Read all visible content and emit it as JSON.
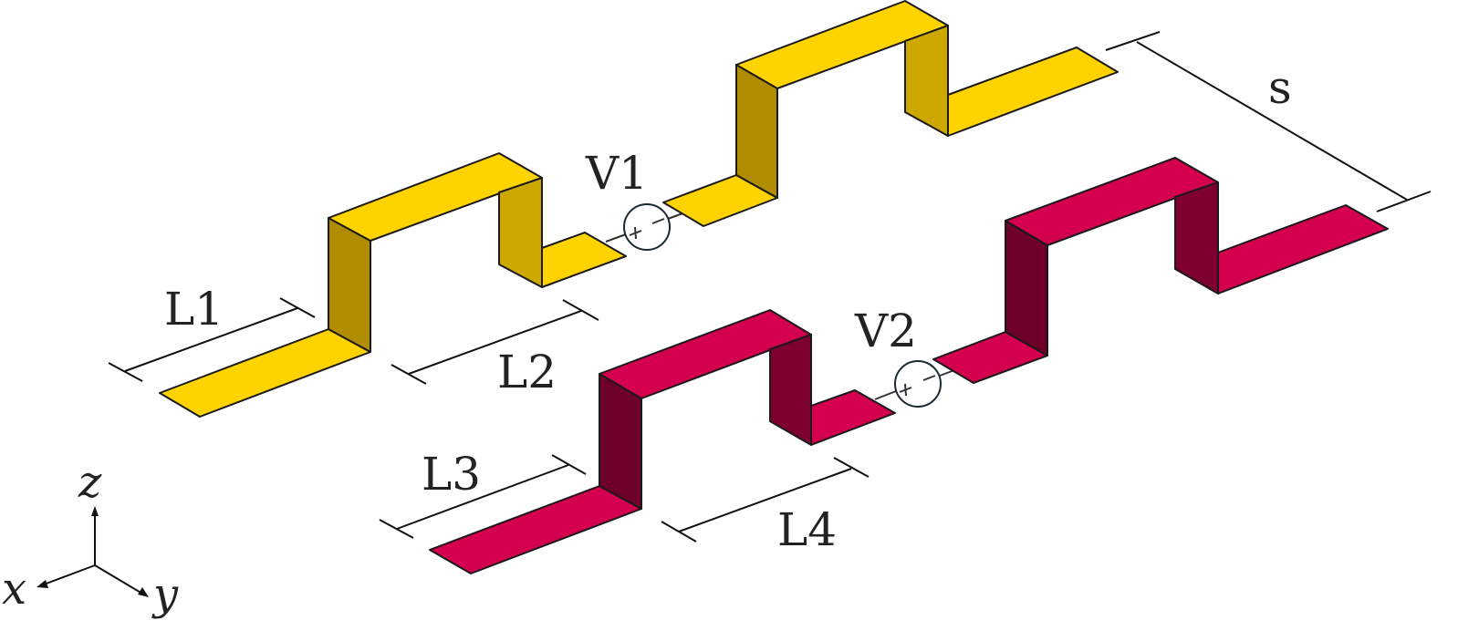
{
  "labels": {
    "L1": "L1",
    "L2": "L2",
    "L3": "L3",
    "L4": "L4",
    "V1": "V1",
    "V2": "V2",
    "s": "s"
  },
  "axes": {
    "x": "x",
    "y": "y",
    "z": "z"
  },
  "colors": {
    "yellow_top": "#FFD300",
    "yellow_side": "#CCA800",
    "yellow_dark": "#B08C00",
    "magenta_top": "#D4004F",
    "magenta_side": "#7E0030",
    "magenta_dark": "#6E0028"
  }
}
